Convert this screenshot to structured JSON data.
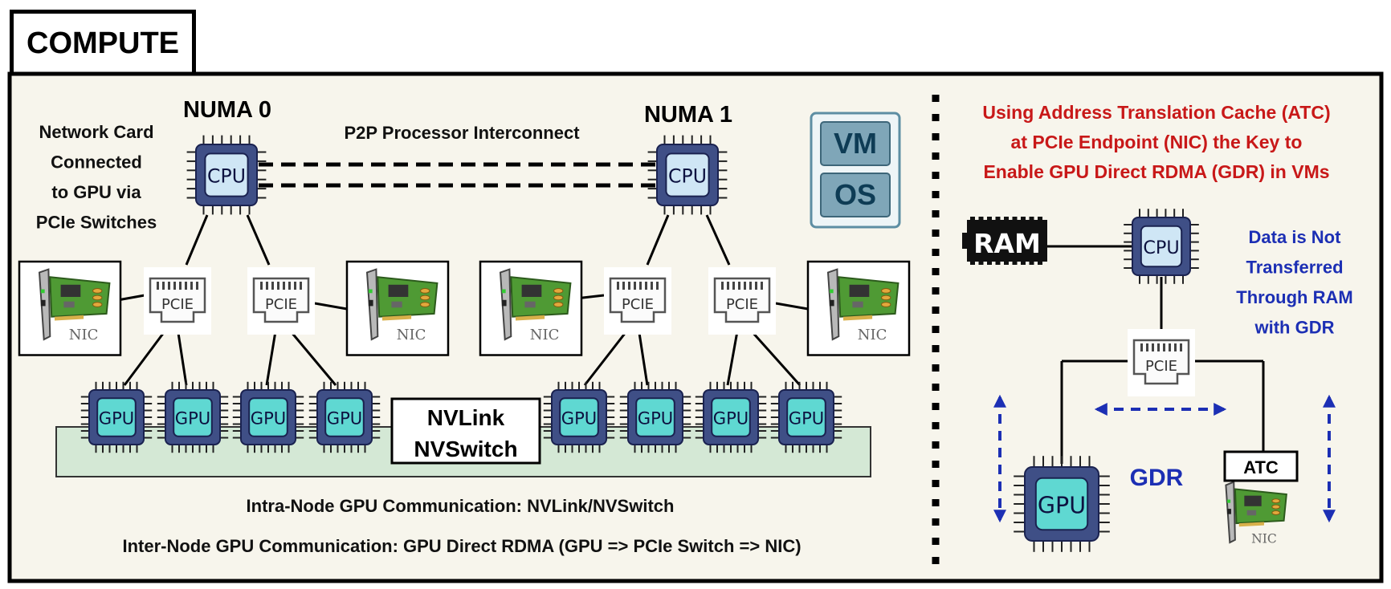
{
  "header": {
    "title": "COMPUTE"
  },
  "left": {
    "numa0": "NUMA 0",
    "numa1": "NUMA 1",
    "interconnect": "P2P Processor Interconnect",
    "note_lines": [
      "Network Card",
      "Connected",
      "to GPU via",
      "PCIe Switches"
    ],
    "nvlink_lines": [
      "NVLink",
      "NVSwitch"
    ],
    "intra_caption": "Intra-Node GPU Communication: NVLink/NVSwitch",
    "inter_caption": "Inter-Node GPU Communication: GPU Direct RDMA (GPU => PCIe Switch => NIC)",
    "vm_label": "VM",
    "os_label": "OS"
  },
  "right": {
    "title_lines": [
      "Using Address Translation Cache (ATC)",
      "at PCIe Endpoint (NIC) the Key to",
      "Enable GPU Direct RDMA (GDR) in VMs"
    ],
    "data_note_lines": [
      "Data is Not",
      "Transferred",
      "Through RAM",
      "with GDR"
    ],
    "ram_label": "RAM",
    "gdr_label": "GDR",
    "atc_label": "ATC"
  },
  "chip_labels": {
    "cpu": "CPU",
    "gpu": "GPU",
    "pcie": "PCIE",
    "nic": "NIC"
  },
  "colors": {
    "panel_bg": "#f7f5ec",
    "cpu_outer": "#3f4f86",
    "cpu_inner": "#cfe6f5",
    "gpu_inner": "#5fd8d2",
    "nvlink_bar": "#d4e8d5",
    "red_text": "#c81818",
    "blue_text": "#1c2fb4",
    "vm_box": "#7fa6b8",
    "board_green": "#4f9a34"
  }
}
